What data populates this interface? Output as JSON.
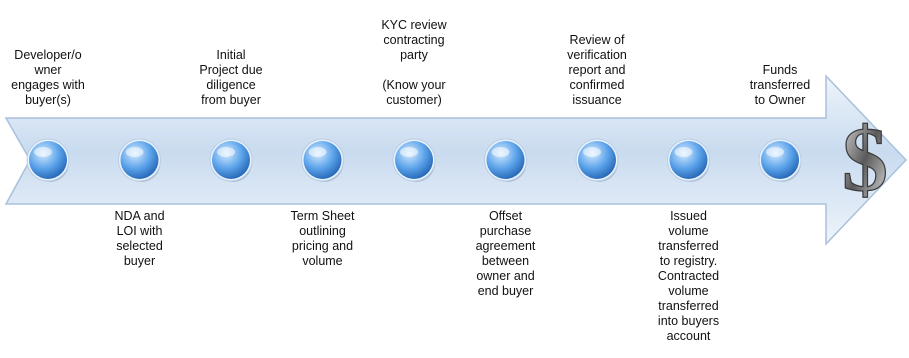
{
  "colors": {
    "arrow_light": "#eef4fb",
    "arrow_mid": "#c9dbef",
    "arrow_edge": "#a9c0dc",
    "dot_light": "#d8ecff",
    "dot_mid": "#5aa2ea",
    "dot_dark": "#1f5fae",
    "dollar_light": "#e8e8e8",
    "dollar_dark": "#5a5a5a",
    "text": "#111111"
  },
  "icons": {
    "dollar": "dollar-sign-icon"
  },
  "steps": [
    {
      "label": "Developer/o\nwner\nengages with\nbuyer(s)",
      "position": "above"
    },
    {
      "label": "NDA and\nLOI with\nselected\nbuyer",
      "position": "below"
    },
    {
      "label": "Initial\nProject due\ndiligence\nfrom buyer",
      "position": "above"
    },
    {
      "label": "Term Sheet\noutlining\npricing and\nvolume",
      "position": "below"
    },
    {
      "label": "KYC review\ncontracting\nparty\n\n(Know your\ncustomer)",
      "position": "above"
    },
    {
      "label": "Offset\npurchase\nagreement\nbetween\nowner and\nend buyer",
      "position": "below"
    },
    {
      "label": "Review of\nverification\nreport and\nconfirmed\nissuance",
      "position": "above"
    },
    {
      "label": "Issued\nvolume\ntransferred\nto registry.\nContracted\nvolume\ntransferred\ninto buyers\naccount",
      "position": "below"
    },
    {
      "label": "Funds\ntransferred\nto Owner",
      "position": "above"
    }
  ]
}
